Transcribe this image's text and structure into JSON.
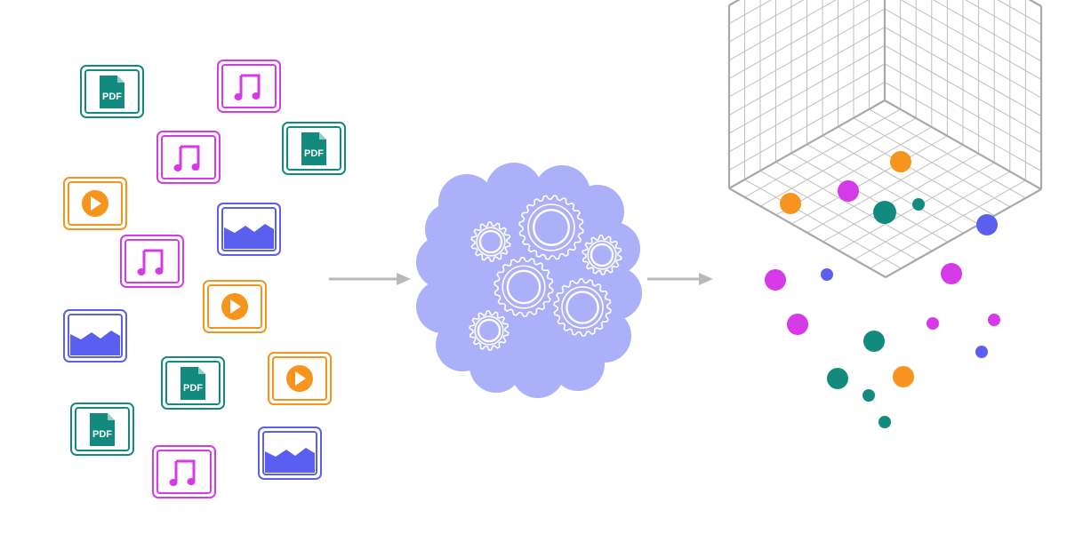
{
  "colors": {
    "pdf": "#138a7e",
    "music": "#d63ae8",
    "video": "#f7941d",
    "image": "#5a5ff0",
    "cloud": "#abb0f8",
    "arrow": "#b9b9b9",
    "grid": "#bfbfbf",
    "grid_edge": "#a9a9a9"
  },
  "file_icons": [
    {
      "kind": "pdf",
      "icon": "pdf-file-icon",
      "label": "PDF"
    },
    {
      "kind": "music",
      "icon": "music-note-icon",
      "label": ""
    },
    {
      "kind": "music",
      "icon": "music-note-icon",
      "label": ""
    },
    {
      "kind": "pdf",
      "icon": "pdf-file-icon",
      "label": "PDF"
    },
    {
      "kind": "video",
      "icon": "play-icon",
      "label": ""
    },
    {
      "kind": "image",
      "icon": "image-icon",
      "label": ""
    },
    {
      "kind": "music",
      "icon": "music-note-icon",
      "label": ""
    },
    {
      "kind": "video",
      "icon": "play-icon",
      "label": ""
    },
    {
      "kind": "image",
      "icon": "image-icon",
      "label": ""
    },
    {
      "kind": "pdf",
      "icon": "pdf-file-icon",
      "label": "PDF"
    },
    {
      "kind": "video",
      "icon": "play-icon",
      "label": ""
    },
    {
      "kind": "pdf",
      "icon": "pdf-file-icon",
      "label": "PDF"
    },
    {
      "kind": "image",
      "icon": "image-icon",
      "label": ""
    },
    {
      "kind": "music",
      "icon": "music-note-icon",
      "label": ""
    }
  ],
  "process": {
    "icon": "gears-cloud-icon",
    "gear_count": 6
  },
  "embedding_space": {
    "icon": "3d-vector-space-icon",
    "point_count": 18
  }
}
